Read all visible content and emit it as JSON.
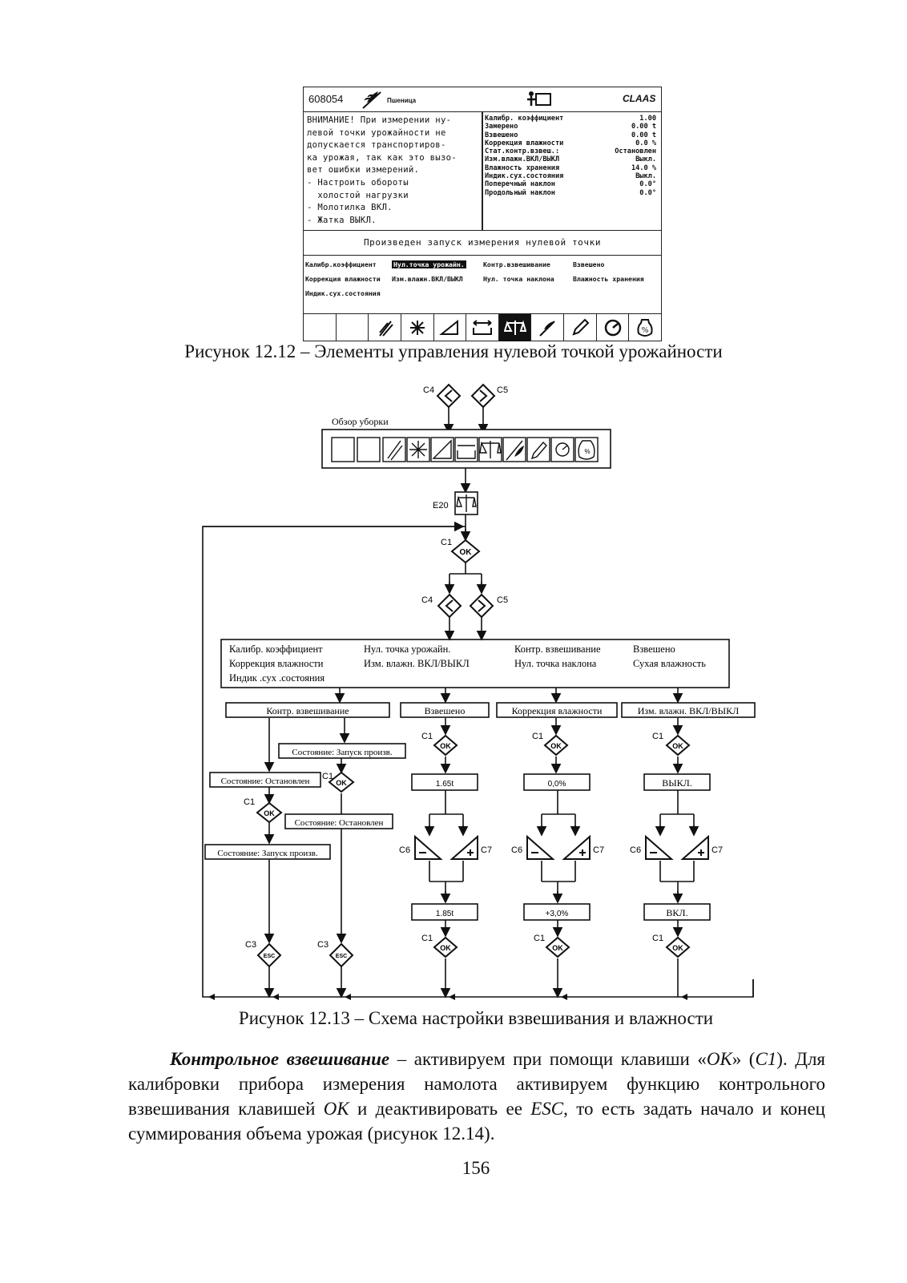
{
  "fig12": {
    "header": {
      "code": "608054",
      "crop": "Пшеница",
      "logo": "CLAAS"
    },
    "warning_lines": [
      "ВНИМАНИЕ! При измерении ну-",
      "левой точки урожайности не",
      "допускается транспортиров-",
      "ка урожая, так как это вызо-",
      "вет ошибки измерений.",
      "- Настроить обороты",
      "  холостой нагрузки",
      "- Молотилка ВКЛ.",
      "- Жатка ВЫКЛ."
    ],
    "params": [
      {
        "label": "Калибр. коэффициент",
        "value": "1.00"
      },
      {
        "label": "Замерено",
        "value": "0.00 t"
      },
      {
        "label": "Взвешено",
        "value": "0.00 t"
      },
      {
        "label": "Коррекция влажности",
        "value": "0.0 %"
      },
      {
        "label": "Стат.контр.взвеш.:",
        "value": "Остановлен"
      },
      {
        "label": "Изм.влажн.ВКЛ/ВЫКЛ",
        "value": "Выкл."
      },
      {
        "label": "Влажность хранения",
        "value": "14.0 %"
      },
      {
        "label": "Индик.сух.состояния",
        "value": "Выкл."
      },
      {
        "label": "Поперечный наклон",
        "value": "0.0°"
      },
      {
        "label": "Продольный наклон",
        "value": "0.0°"
      }
    ],
    "message": "Произведен запуск измерения нулевой точки",
    "menu_rows": [
      [
        "Калибр.коэффициент",
        "Нул.точка урожайн.",
        "Контр.взвешивание",
        "Взвешено"
      ],
      [
        "Коррекция влажности",
        "Изм.влажн.ВКЛ/ВЫКЛ",
        "Нул. точка наклона",
        "Влажность хранения"
      ],
      [
        "Индик.сух.состояния",
        "",
        "",
        ""
      ]
    ],
    "icons": [
      "empty",
      "empty",
      "dust-icon",
      "star-icon",
      "slope-icon",
      "width-icon",
      "scale-icon",
      "wheat-icon",
      "pencil-icon",
      "gauge-icon",
      "percent-icon"
    ],
    "caption": "Рисунок 12.12 – Элементы управления нулевой точкой урожайности"
  },
  "fig13": {
    "labels": {
      "c4": "C4",
      "c5": "C5",
      "c1": "C1",
      "c3": "C3",
      "c6": "C6",
      "c7": "C7",
      "e20": "E20",
      "ok": "OK",
      "esc": "ESC",
      "overview": "Обзор уборки"
    },
    "menu_items": [
      [
        "Калибр. коэффициент",
        "Нул. точка урожайн.",
        "Контр. взвешивание",
        "Взвешено"
      ],
      [
        "Коррекция влажности",
        "Изм. влажн. ВКЛ/ВЫКЛ",
        "Нул. точка наклона",
        "Сухая влажность"
      ],
      [
        "Индик .сух .состояния",
        "",
        "",
        ""
      ]
    ],
    "branches": {
      "kontr": "Контр. взвешивание",
      "vzvesheno": "Взвешено",
      "korr": "Коррекция влажности",
      "izm": "Изм. влажн. ВКЛ/ВЫКЛ"
    },
    "states": {
      "start1": "Состояние: Запуск произв.",
      "stopped1": "Состояние: Остановлен",
      "stopped2": "Состояние: Остановлен",
      "start2": "Состояние: Запуск произв."
    },
    "values": {
      "v1_before": "1.65t",
      "v1_after": "1.85t",
      "v2_before": "0,0%",
      "v2_after": "+3,0%",
      "v3_before": "ВЫКЛ.",
      "v3_after": "ВКЛ."
    },
    "caption": "Рисунок 12.13 – Схема настройки взвешивания и влажности"
  },
  "body": {
    "term": "Контрольное взвешивание",
    "text1": " – активируем при помощи клавиши «",
    "ok": "ОК",
    "text2": "» (",
    "c1": "C1",
    "text3": "). Для калибровки прибора измерения намолота активируем функцию контрольного взвешивания клавишей ",
    "ok2": "ОК",
    "text4": " и деактивировать ее ",
    "esc": "ESC",
    "text5": ", то есть задать начало и конец суммирования объема урожая (рисунок 12.14)."
  },
  "page_number": "156"
}
